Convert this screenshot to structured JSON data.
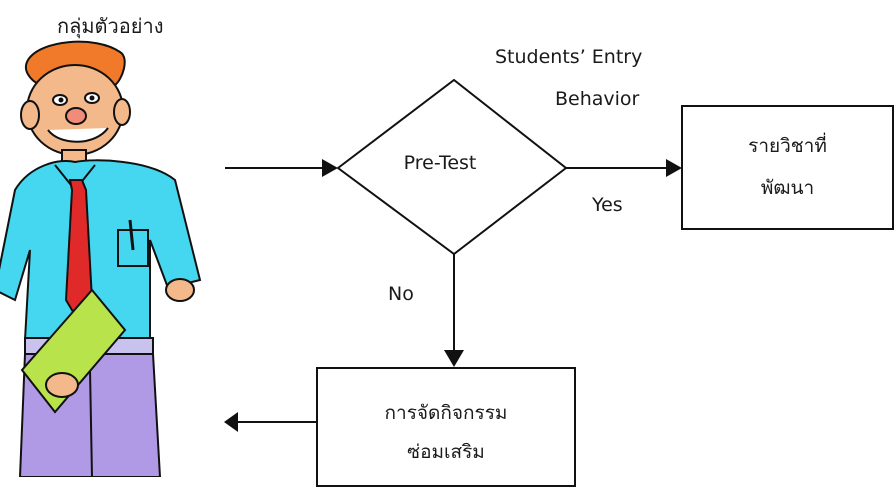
{
  "title": "กลุ่มตัวอย่าง",
  "entry_label_line1": "Students’ Entry",
  "entry_label_line2": "Behavior",
  "decision": "Pre-Test",
  "yes": "Yes",
  "no": "No",
  "course_box": {
    "line1": "รายวิชาที่",
    "line2": "พัฒนา"
  },
  "remedial_box": {
    "line1": "การจัดกิจกรรม",
    "line2": "ซ่อมเสริม"
  },
  "colors": {
    "line": "#111111",
    "shirt": "#45d7f0",
    "tie": "#e02a2a",
    "book": "#b9e34a",
    "pants": "#b09ae6",
    "skin": "#f3b98a",
    "hair": "#f07a2a"
  }
}
